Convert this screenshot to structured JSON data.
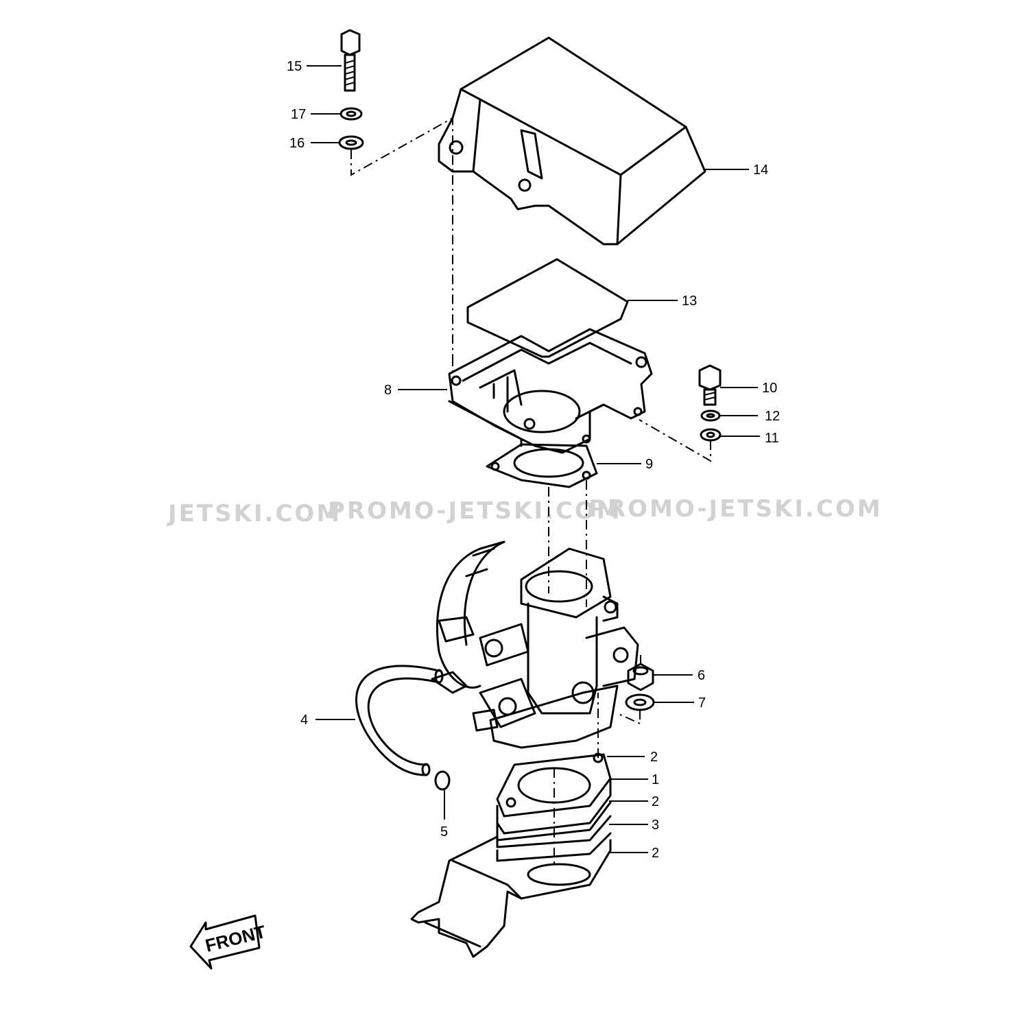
{
  "watermarks": [
    "JETSKI.COM",
    "PROMO-JETSKI.COM",
    "PROMO-JETSKI.COM"
  ],
  "front_label": "FRONT",
  "callouts": {
    "c1": "1",
    "c2a": "2",
    "c2b": "2",
    "c2c": "2",
    "c3": "3",
    "c4": "4",
    "c5": "5",
    "c6": "6",
    "c7": "7",
    "c8": "8",
    "c9": "9",
    "c10": "10",
    "c11": "11",
    "c12": "12",
    "c13": "13",
    "c14": "14",
    "c15": "15",
    "c16": "16",
    "c17": "17"
  }
}
